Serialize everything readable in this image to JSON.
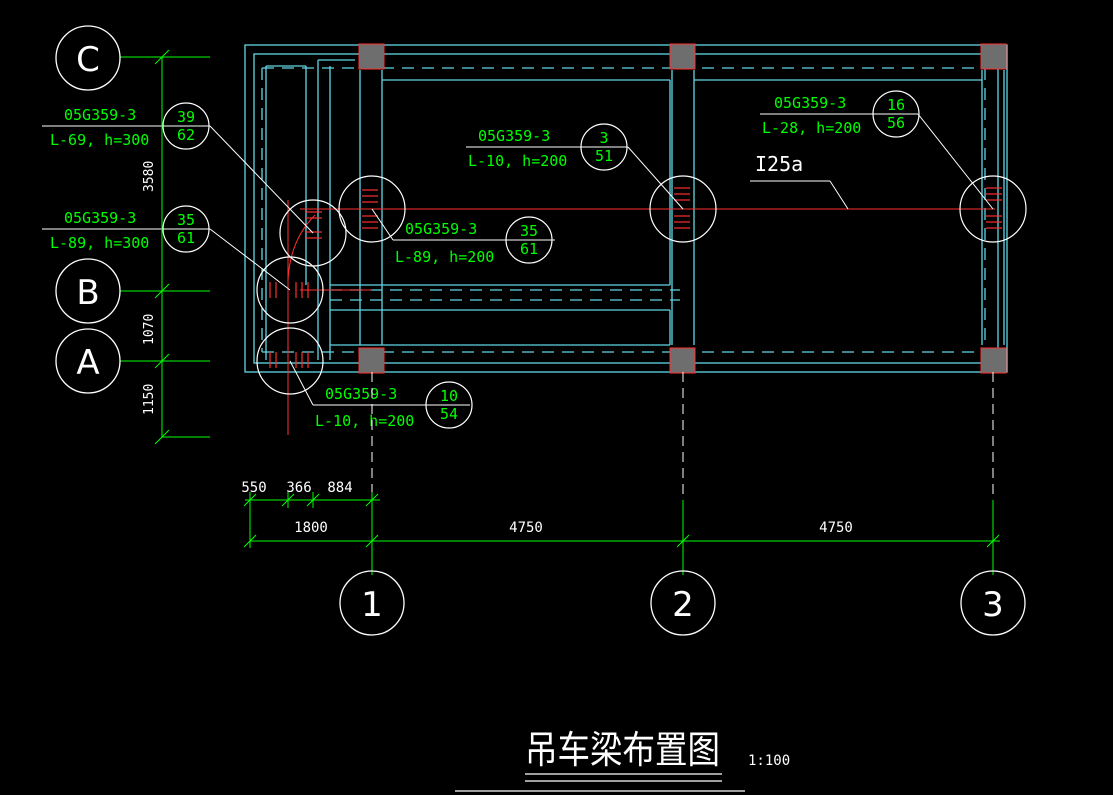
{
  "drawing": {
    "title": "吊车梁布置图",
    "scale": "1:100"
  },
  "grid_rows": {
    "C": "C",
    "B": "B",
    "A": "A"
  },
  "grid_cols": {
    "c1": "1",
    "c2": "2",
    "c3": "3"
  },
  "vertical_dims": {
    "d1": "3580",
    "d2": "1070",
    "d3": "1150"
  },
  "horizontal_dims": {
    "a": "550",
    "b": "366",
    "c": "884",
    "d": "1800",
    "e": "4750",
    "f": "4750"
  },
  "beam_tag": "I25a",
  "callouts": [
    {
      "code": "05G359-3",
      "desc": "L-69, h=300",
      "top": "39",
      "bottom": "62"
    },
    {
      "code": "05G359-3",
      "desc": "L-89, h=300",
      "top": "35",
      "bottom": "61"
    },
    {
      "code": "05G359-3",
      "desc": "L-10, h=200",
      "top": "3",
      "bottom": "51"
    },
    {
      "code": "05G359-3",
      "desc": "L-89, h=200",
      "top": "35",
      "bottom": "61"
    },
    {
      "code": "05G359-3",
      "desc": "L-28, h=200",
      "top": "16",
      "bottom": "56"
    },
    {
      "code": "05G359-3",
      "desc": "L-10, h=200",
      "top": "10",
      "bottom": "54"
    }
  ],
  "colors": {
    "background": "#000000",
    "white": "#ffffff",
    "green": "#00ff00",
    "cyan": "#5fd7e6",
    "red": "#ff3030",
    "column": "#6e6e6e"
  }
}
